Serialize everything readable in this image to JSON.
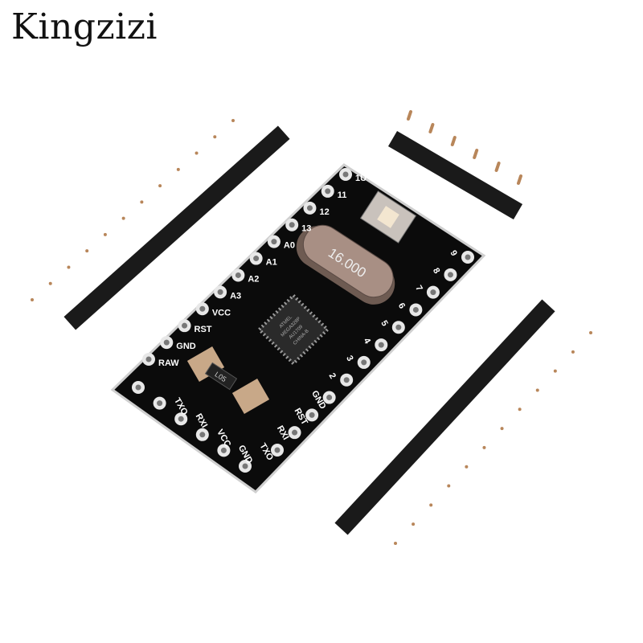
{
  "watermark": "Kingzizi",
  "board": {
    "left_row_labels": [
      "1U",
      "11",
      "12",
      "13",
      "A0",
      "A1",
      "A2",
      "A3",
      "VCC",
      "RST",
      "GND",
      "RAW"
    ],
    "bottom_row_labels": [
      "TXO",
      "RXI",
      "VCC",
      "GND"
    ],
    "right_row_labels": [
      "9",
      "8",
      "7",
      "6",
      "5",
      "4",
      "3",
      "2",
      "GND",
      "RST",
      "RXI",
      "TXO"
    ],
    "crystal_text": "16.000",
    "chip_text": [
      "ATMEL",
      "MEGA328P",
      "AU1709",
      "CHINA-B"
    ],
    "regulator_text": "L05"
  },
  "colors": {
    "pcb": "#0b0b0b",
    "pad": "#e8e8e8",
    "pin": "#b8865a",
    "header": "#1a1a1a",
    "crystal": "#9a8478"
  }
}
